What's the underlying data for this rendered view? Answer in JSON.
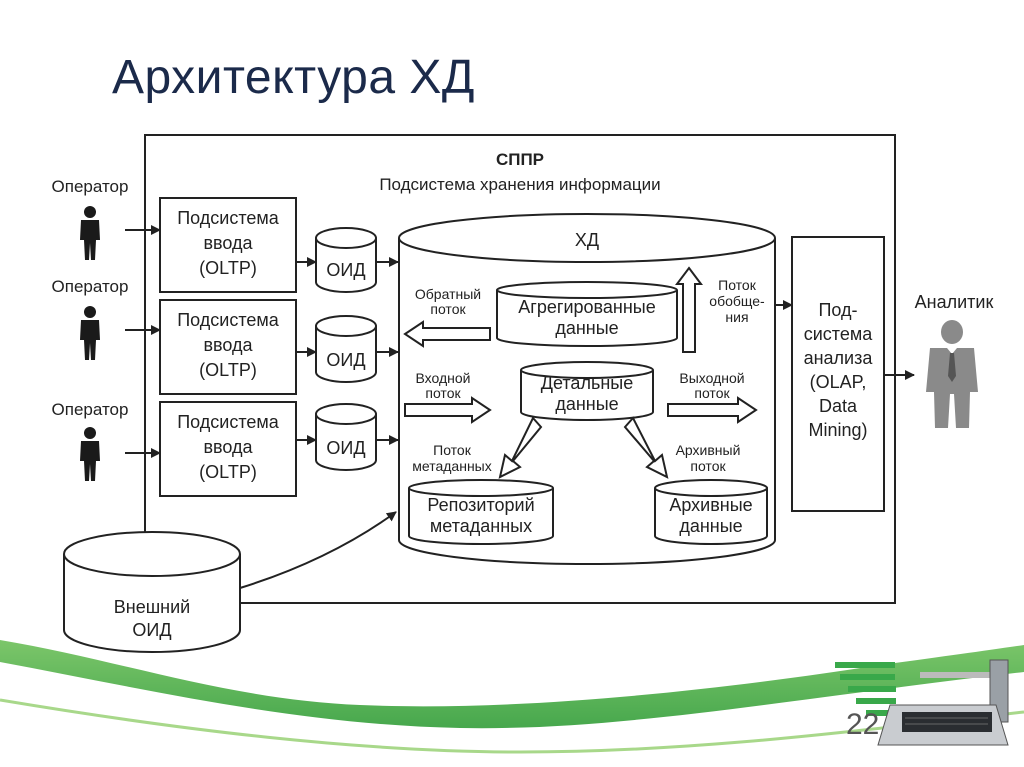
{
  "slide": {
    "title": "Архитектура ХД",
    "page_number": "22"
  },
  "diagram": {
    "system_title": "СППР",
    "subsystem_title": "Подсистема хранения информации",
    "operators": [
      {
        "label": "Оператор"
      },
      {
        "label": "Оператор"
      },
      {
        "label": "Оператор"
      }
    ],
    "input_subsystems": [
      {
        "line1": "Подсистема",
        "line2": "ввода",
        "line3": "(OLTP)"
      },
      {
        "line1": "Подсистема",
        "line2": "ввода",
        "line3": "(OLTP)"
      },
      {
        "line1": "Подсистема",
        "line2": "ввода",
        "line3": "(OLTP)"
      }
    ],
    "oid_label": "ОИД",
    "warehouse": {
      "title": "ХД",
      "aggregated": {
        "line1": "Агрегированные",
        "line2": "данные"
      },
      "detailed": {
        "line1": "Детальные",
        "line2": "данные"
      },
      "repository": {
        "line1": "Репозиторий",
        "line2": "метаданных"
      },
      "archive": {
        "line1": "Архивные",
        "line2": "данные"
      },
      "flows": {
        "reverse": {
          "line1": "Обратный",
          "line2": "поток"
        },
        "input": {
          "line1": "Входной",
          "line2": "поток"
        },
        "metadata": {
          "line1": "Поток",
          "line2": "метаданных"
        },
        "generalization": {
          "line1": "Поток",
          "line2": "обобще-",
          "line3": "ния"
        },
        "output": {
          "line1": "Выходной",
          "line2": "поток"
        },
        "archive": {
          "line1": "Архивный",
          "line2": "поток"
        }
      }
    },
    "analysis": {
      "line1": "Под-",
      "line2": "система",
      "line3": "анализа",
      "line4": "(OLAP,",
      "line5": "Data",
      "line6": "Mining)"
    },
    "analyst": {
      "label": "Аналитик"
    },
    "external_oid": {
      "line1": "Внешний",
      "line2": "ОИД"
    }
  },
  "colors": {
    "green": "#39a84a",
    "green_light": "#a8d88a",
    "title": "#1b2a4a",
    "stroke": "#222222"
  },
  "icons": {
    "operator": "person-icon",
    "analyst": "person-with-tie-icon",
    "laptop": "laptop-icon"
  }
}
